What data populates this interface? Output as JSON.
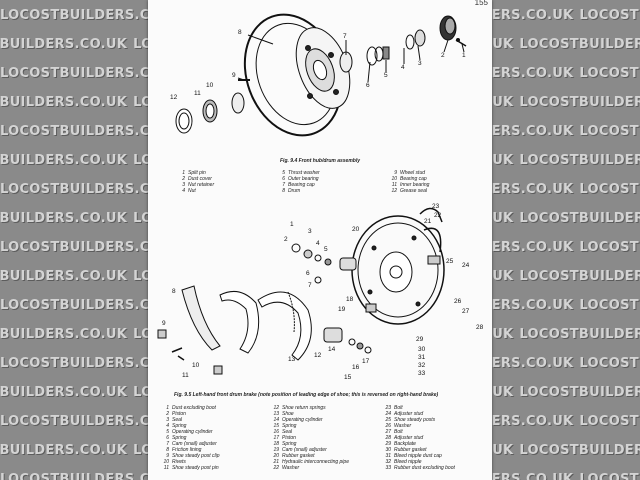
{
  "watermark": "LOCOSTBUILDERS.CO.UK",
  "page_number": "155",
  "fig94": {
    "caption": "Fig. 9.4 Front hub/drum assembly",
    "callouts": [
      "8",
      "7",
      "6",
      "5",
      "4",
      "3",
      "2",
      "1",
      "9",
      "10",
      "11",
      "12"
    ],
    "legend": [
      [
        "1",
        "Split pin"
      ],
      [
        "2",
        "Dust cover"
      ],
      [
        "3",
        "Nut retainer"
      ],
      [
        "4",
        "Nut"
      ],
      [
        "5",
        "Thrust washer"
      ],
      [
        "6",
        "Outer bearing"
      ],
      [
        "7",
        "Bearing cap"
      ],
      [
        "8",
        "Drum"
      ],
      [
        "9",
        "Wheel stud"
      ],
      [
        "10",
        "Bearing cap"
      ],
      [
        "11",
        "Inner bearing"
      ],
      [
        "12",
        "Grease seal"
      ]
    ]
  },
  "fig95": {
    "caption": "Fig. 9.5 Left-hand front drum brake (note position of leading edge of shoe; this is reversed on right-hand brake)",
    "callouts": [
      "1",
      "2",
      "3",
      "4",
      "5",
      "6",
      "7",
      "8",
      "9",
      "10",
      "11",
      "12",
      "13",
      "14",
      "15",
      "16",
      "17",
      "18",
      "19",
      "20",
      "21",
      "22",
      "23",
      "24",
      "25",
      "26",
      "27",
      "28",
      "29",
      "30",
      "31",
      "32",
      "33"
    ],
    "legend": [
      [
        "1",
        "Dust excluding boot"
      ],
      [
        "2",
        "Piston"
      ],
      [
        "3",
        "Seal"
      ],
      [
        "4",
        "Spring"
      ],
      [
        "5",
        "Operating cylinder"
      ],
      [
        "6",
        "Spring"
      ],
      [
        "7",
        "Cam (snail) adjuster"
      ],
      [
        "8",
        "Friction lining"
      ],
      [
        "9",
        "Shoe steady post clip"
      ],
      [
        "10",
        "Rivets"
      ],
      [
        "11",
        "Shoe steady post pin"
      ],
      [
        "12",
        "Shoe return springs"
      ],
      [
        "13",
        "Shoe"
      ],
      [
        "14",
        "Operating cylinder"
      ],
      [
        "15",
        "Spring"
      ],
      [
        "16",
        "Seal"
      ],
      [
        "17",
        "Piston"
      ],
      [
        "18",
        "Spring"
      ],
      [
        "19",
        "Cam (snail) adjuster"
      ],
      [
        "20",
        "Rubber gasket"
      ],
      [
        "21",
        "Hydraulic interconnecting pipe"
      ],
      [
        "22",
        "Washer"
      ],
      [
        "23",
        "Bolt"
      ],
      [
        "24",
        "Adjuster stud"
      ],
      [
        "25",
        "Shoe steady posts"
      ],
      [
        "26",
        "Washer"
      ],
      [
        "27",
        "Bolt"
      ],
      [
        "28",
        "Adjuster stud"
      ],
      [
        "29",
        "Backplate"
      ],
      [
        "30",
        "Rubber gasket"
      ],
      [
        "31",
        "Bleed nipple dust cap"
      ],
      [
        "32",
        "Bleed nipple"
      ],
      [
        "33",
        "Rubber dust excluding boot"
      ]
    ]
  }
}
